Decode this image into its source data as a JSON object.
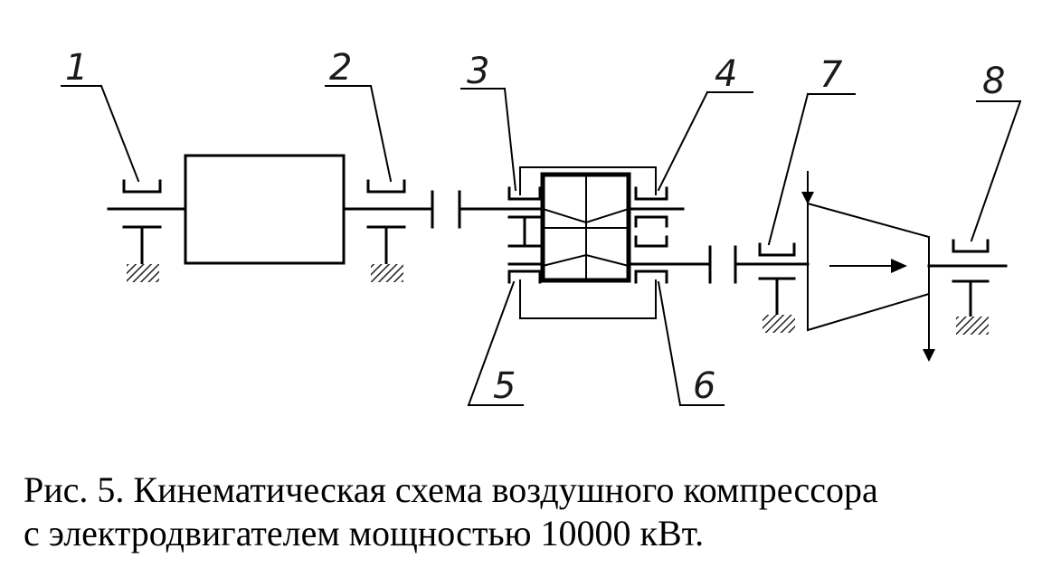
{
  "figure": {
    "labels": {
      "l1": "1",
      "l2": "2",
      "l3": "3",
      "l4": "4",
      "l5": "5",
      "l6": "6",
      "l7": "7",
      "l8": "8"
    },
    "caption_line1": "Рис. 5.  Кинематическая схема воздушного компрессора",
    "caption_line2": "с электродвигателем мощностью 10000 кВт."
  },
  "colors": {
    "line": "#000000",
    "hatch": "#222222"
  }
}
